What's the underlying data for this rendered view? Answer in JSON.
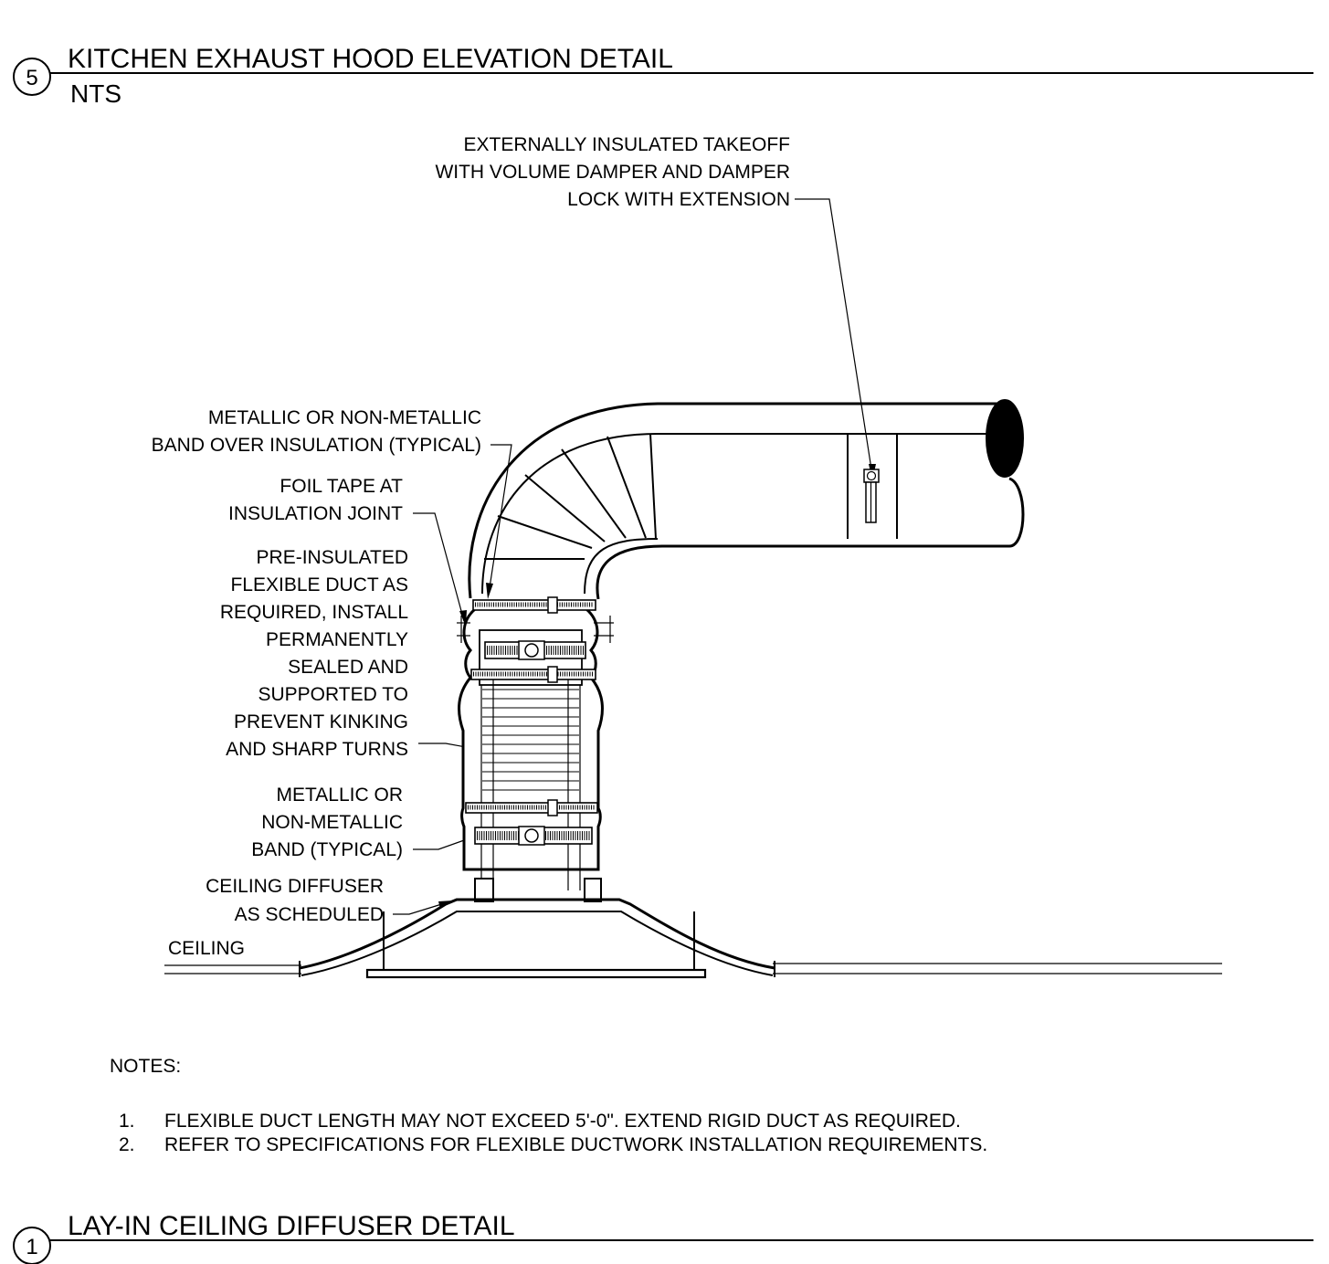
{
  "detail_top": {
    "number": "5",
    "title": "KITCHEN EXHAUST HOOD ELEVATION DETAIL",
    "scale": "NTS"
  },
  "callouts": {
    "takeoff": [
      "EXTERNALLY INSULATED TAKEOFF",
      "WITH VOLUME DAMPER AND DAMPER",
      "LOCK WITH EXTENSION"
    ],
    "band_over_insulation": [
      "METALLIC OR NON-METALLIC",
      "BAND OVER INSULATION (TYPICAL)"
    ],
    "foil_tape": [
      "FOIL TAPE AT",
      "INSULATION JOINT"
    ],
    "flex_duct": [
      "PRE-INSULATED",
      "FLEXIBLE DUCT AS",
      "REQUIRED, INSTALL",
      "PERMANENTLY",
      "SEALED AND",
      "SUPPORTED TO",
      "PREVENT KINKING",
      "AND SHARP TURNS"
    ],
    "band": [
      "METALLIC OR",
      "NON-METALLIC",
      "BAND (TYPICAL)"
    ],
    "diffuser": [
      "CEILING DIFFUSER",
      "AS SCHEDULED"
    ],
    "ceiling": "CEILING"
  },
  "notes": {
    "heading": "NOTES:",
    "items": [
      {
        "num": "1.",
        "text": "FLEXIBLE DUCT LENGTH MAY NOT EXCEED 5'-0\".  EXTEND RIGID DUCT AS REQUIRED."
      },
      {
        "num": "2.",
        "text": "REFER TO SPECIFICATIONS FOR FLEXIBLE DUCTWORK INSTALLATION REQUIREMENTS."
      }
    ]
  },
  "detail_bottom": {
    "number": "1",
    "title": "LAY-IN CEILING DIFFUSER DETAIL"
  }
}
